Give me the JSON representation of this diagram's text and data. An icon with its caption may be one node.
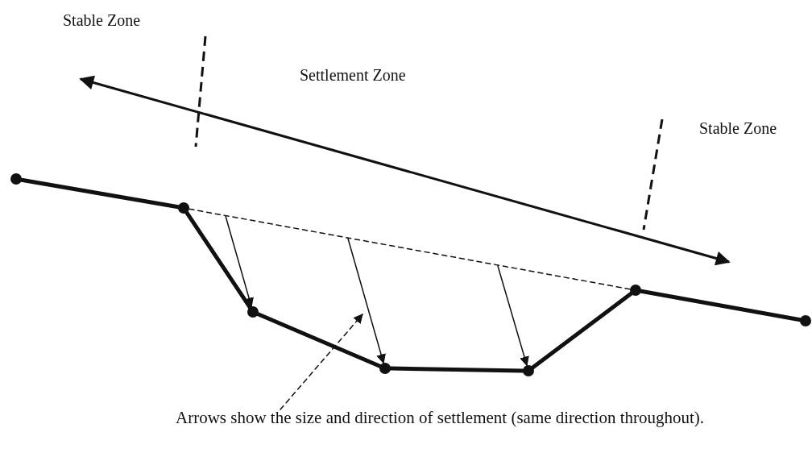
{
  "diagram": {
    "nodes": [
      {
        "text": [],
        "shape": "circle"
      },
      {
        "text": [],
        "shape": "circle"
      },
      {
        "text": [],
        "shape": "circle"
      },
      {
        "text": [],
        "shape": "circle"
      },
      {
        "text": [],
        "shape": "circle"
      },
      {
        "text": [],
        "shape": "circle"
      },
      {
        "text": [],
        "shape": "circle"
      },
      {
        "text": [
          "Arrows show the size and direction of settlement (same direction throughout)."
        ]
      }
    ],
    "edges": [
      {
        "from": 0,
        "to": 1,
        "arrow": "none"
      },
      {
        "from": 1,
        "to": 2,
        "arrow": "none"
      },
      {
        "from": 2,
        "to": 3,
        "arrow": "none"
      },
      {
        "from": 3,
        "to": 4,
        "arrow": "none"
      },
      {
        "from": 4,
        "to": 5,
        "arrow": "none"
      },
      {
        "from": 5,
        "to": 6,
        "arrow": "none"
      },
      {
        "from": 1,
        "to": 5,
        "arrow": "none",
        "style": "dashed"
      },
      {
        "from": null,
        "to": 2,
        "arrow": "to"
      },
      {
        "from": null,
        "to": 3,
        "arrow": "to"
      },
      {
        "from": null,
        "to": 4,
        "arrow": "to"
      },
      {
        "from": 7,
        "to": null,
        "arrow": "to",
        "style": "dashed"
      }
    ],
    "labels": [
      "Stable Zone",
      "Settlement Zone",
      "Stable Zone"
    ]
  }
}
